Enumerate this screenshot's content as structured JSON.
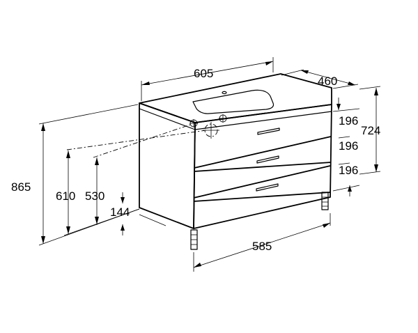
{
  "dimensions": {
    "top_width": "605",
    "depth": "460",
    "drawer_1": "196",
    "drawer_2": "196",
    "drawer_3": "196",
    "body_height": "724",
    "total_height": "865",
    "drain_height": "610",
    "supply_height": "530",
    "leg_height": "144",
    "bottom_width": "585"
  },
  "colors": {
    "line": "#000000",
    "background": "#ffffff"
  }
}
